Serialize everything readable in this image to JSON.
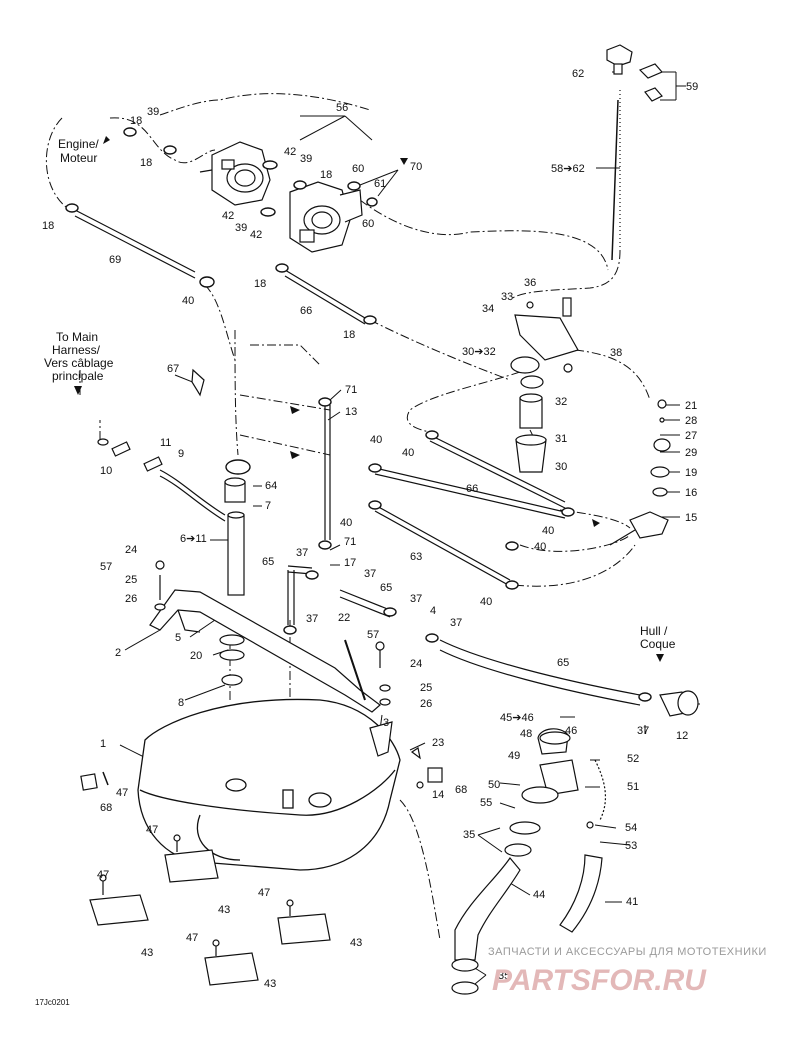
{
  "labels": {
    "56": "56",
    "70": "70",
    "18": "18",
    "39": "39",
    "42": "42",
    "60": "60",
    "61": "61",
    "69": "69",
    "40": "40",
    "66": "66",
    "62": "62",
    "59": "59",
    "58_62": "58➔62",
    "36": "36",
    "33": "33",
    "34": "34",
    "38": "38",
    "30_32": "30➔32",
    "32": "32",
    "31": "31",
    "30": "30",
    "67": "67",
    "71": "71",
    "13": "13",
    "64": "64",
    "7": "7",
    "6_11": "6➔11",
    "10": "10",
    "11": "11",
    "9": "9",
    "21": "21",
    "28": "28",
    "27": "27",
    "29": "29",
    "19": "19",
    "16": "16",
    "15": "15",
    "63": "63",
    "24": "24",
    "57": "57",
    "25": "25",
    "26": "26",
    "2": "2",
    "5": "5",
    "20": "20",
    "8": "8",
    "37": "37",
    "17": "17",
    "65": "65",
    "4": "4",
    "22": "22",
    "3": "3",
    "23": "23",
    "14": "14",
    "68": "68",
    "1": "1",
    "47": "47",
    "43": "43",
    "46": "46",
    "45_46": "45➔46",
    "48": "48",
    "49": "49",
    "52": "52",
    "51": "51",
    "50": "50",
    "55": "55",
    "54": "54",
    "53": "53",
    "35": "35",
    "44": "44",
    "41": "41",
    "12": "12"
  },
  "notes": {
    "engine_l1": "Engine/",
    "engine_l2": "Moteur",
    "harness_l1": "To Main",
    "harness_l2": "Harness/",
    "harness_l3": "Vers câblage",
    "harness_l4": "principale",
    "hull_l1": "Hull /",
    "hull_l2": "Coque"
  },
  "drawing_code": "17Jc0201",
  "watermark": {
    "caption": "ЗАПЧАСТИ И АКСЕССУАРЫ ДЛЯ МОТОТЕХНИКИ",
    "logo": "PARTSFOR.RU"
  },
  "colors": {
    "line": "#111111",
    "watermark_text": "#9a9a9a",
    "watermark_logo": "#e3b8b8"
  }
}
